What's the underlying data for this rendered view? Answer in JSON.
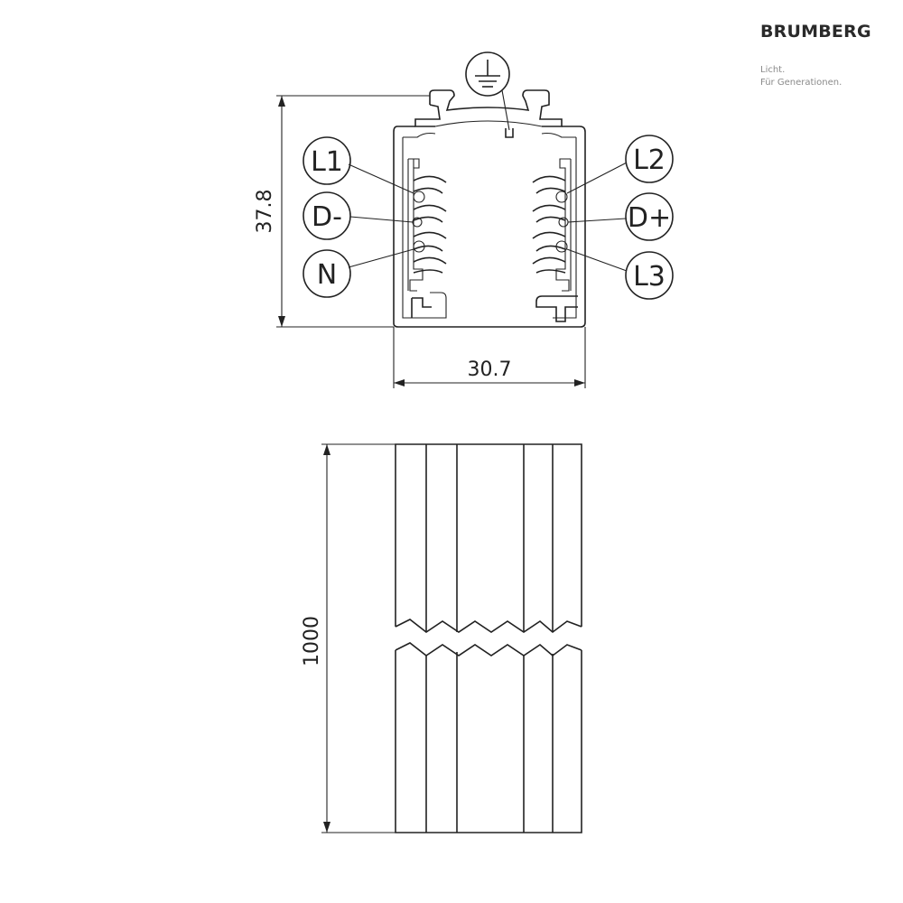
{
  "brand": {
    "name": "BRUMBERG",
    "tagline_1": "Licht.",
    "tagline_2": "Für Generationen."
  },
  "cross_section": {
    "width_dim": "30.7",
    "height_dim": "37.8",
    "earth_icon": "earth-ground-icon",
    "conductors": {
      "l1": "L1",
      "d_minus": "D-",
      "n": "N",
      "l2": "L2",
      "d_plus": "D+",
      "l3": "L3"
    }
  },
  "side_view": {
    "length_dim": "1000"
  }
}
